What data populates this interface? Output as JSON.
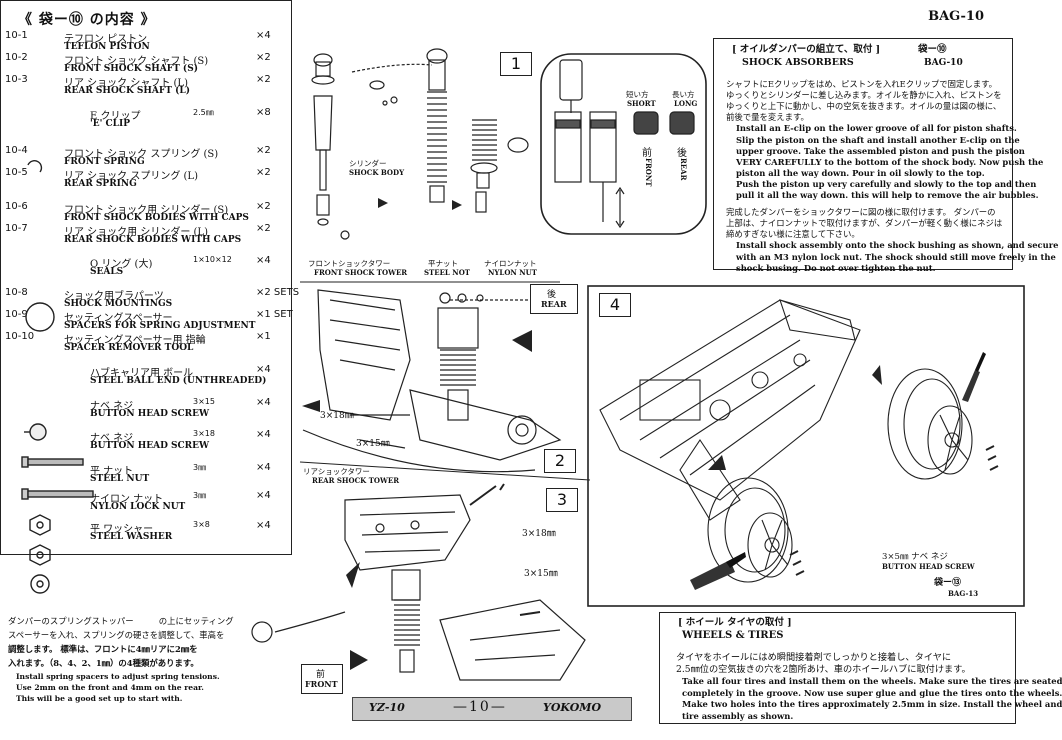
{
  "parts": {
    "title": "《 袋ー⑩ の内容 》",
    "bag": "BAG-10",
    "rows": [
      {
        "code": "10-1",
        "jp": "テフロン ピストン",
        "en": "TEFLON PISTON",
        "size": "",
        "qty": "×4"
      },
      {
        "code": "10-2",
        "jp": "フロント ショック シャフト (S)",
        "en": "FRONT SHOCK SHAFT (S)",
        "size": "",
        "qty": "×2"
      },
      {
        "code": "10-3",
        "jp": "リア ショック シャフト (L)",
        "en": "REAR SHOCK SHAFT (L)",
        "size": "",
        "qty": "×2"
      },
      {
        "code": "",
        "jp": "E クリップ",
        "en": "'E' CLIP",
        "size": "2.5㎜",
        "qty": "×8"
      },
      {
        "code": "10-4",
        "jp": "フロント ショック スプリング (S)",
        "en": "FRONT SPRING",
        "size": "",
        "qty": "×2"
      },
      {
        "code": "10-5",
        "jp": "リア ショック スプリング (L)",
        "en": "REAR SPRING",
        "size": "",
        "qty": "×2"
      },
      {
        "code": "10-6",
        "jp": "フロント ショック用 シリンダー (S)",
        "en": "FRONT SHOCK BODIES WITH CAPS",
        "size": "",
        "qty": "×2"
      },
      {
        "code": "10-7",
        "jp": "リア ショック用 シリンダー (L)",
        "en": "REAR SHOCK BODIES WITH CAPS",
        "size": "",
        "qty": "×2"
      },
      {
        "code": "",
        "jp": "O リング (大)",
        "en": "SEALS",
        "size": "1×10×12",
        "qty": "×4"
      },
      {
        "code": "10-8",
        "jp": "ショック用ブラパーツ",
        "en": "SHOCK MOUNTINGS",
        "size": "",
        "qty": "×2 SETS"
      },
      {
        "code": "10-9",
        "jp": "セッティングスペーサー",
        "en": "SPACERS FOR SPRING ADJUSTMENT",
        "size": "",
        "qty": "×1 SET"
      },
      {
        "code": "10-10",
        "jp": "セッティングスペーサー用 指輪",
        "en": "SPACER REMOVER TOOL",
        "size": "",
        "qty": "×1"
      },
      {
        "code": "",
        "jp": "ハブキャリア用 ボール",
        "en": "STEEL BALL END (UNTHREADED)",
        "size": "",
        "qty": "×4"
      },
      {
        "code": "",
        "jp": "ナベ ネジ",
        "en": "BUTTON HEAD SCREW",
        "size": "3×15",
        "qty": "×4"
      },
      {
        "code": "",
        "jp": "ナベ ネジ",
        "en": "BUTTON HEAD SCREW",
        "size": "3×18",
        "qty": "×4"
      },
      {
        "code": "",
        "jp": "平 ナット",
        "en": "STEEL NUT",
        "size": "3㎜",
        "qty": "×4"
      },
      {
        "code": "",
        "jp": "ナイロン ナット",
        "en": "NYLON LOCK NUT",
        "size": "3㎜",
        "qty": "×4"
      },
      {
        "code": "",
        "jp": "平 ワッシャー",
        "en": "STEEL WASHER",
        "size": "3×8",
        "qty": "×4"
      }
    ]
  },
  "spring_note": {
    "jp1": "ダンパーのスプリングストッパー　　　の上にセッティング",
    "jp2": "スペーサーを入れ、スプリングの硬さを調整して、車高を",
    "jp3": "調整します。 標準は、フロントに4㎜リアに2㎜を",
    "jp4": "入れます。（8、4、2、1㎜）の4種類があります。",
    "en1": "Install spring spacers to adjust spring tensions.",
    "en2": "Use 2mm on the front and 4mm on the rear.",
    "en3": "This will be a good set up to start with."
  },
  "step1": {
    "num": "1",
    "cylinder_jp": "シリンダー",
    "cylinder_en": "SHOCK BODY",
    "short_jp": "短い方",
    "short_en": "SHORT",
    "long_jp": "長い方",
    "long_en": "LONG",
    "front_jp": "前",
    "front_en": "FRONT",
    "rear_jp": "後",
    "rear_en": "REAR"
  },
  "step2": {
    "num": "2",
    "tower_jp": "フロントショックタワー",
    "tower_en": "FRONT SHOCK TOWER",
    "nut_jp": "平ナット",
    "nut_en": "STEEL NOT",
    "nylon_jp": "ナイロンナット",
    "nylon_en": "NYLON NUT",
    "screw1": "3×18㎜",
    "screw2": "3×15㎜",
    "rear_jp": "後",
    "rear_en": "REAR"
  },
  "step3": {
    "num": "3",
    "tower_jp": "リアショックタワー",
    "tower_en": "REAR SHOCK TOWER",
    "screw1": "3×18㎜",
    "screw2": "3×15㎜",
    "front_jp": "前",
    "front_en": "FRONT"
  },
  "step4": {
    "num": "4",
    "screw_label": "3×5㎜ ナベ ネジ",
    "screw_en": "BUTTON HEAD SCREW",
    "bag_jp": "袋ー⑬",
    "bag": "BAG-13"
  },
  "shock_box": {
    "title_jp": "[ オイルダンパーの組立て、取付 ]",
    "title_en": "SHOCK ABSORBERS",
    "bag_jp": "袋ー⑩",
    "bag": "BAG-10",
    "lines": [
      "シャフトにEクリップをはめ、ピストンを入れEクリップで固定します。",
      "ゆっくりとシリンダーに差し込みます。オイルを静かに入れ、ピストンを",
      "ゆっくりと上下に動かし、中の空気を抜きます。オイルの量は図の様に、",
      "前後で量を変えます。",
      "Install an E-clip on the lower groove of all for piston shafts.",
      "Slip the piston on the shaft and install another E-clip on the",
      "upper groove. Take the assembled piston and push the piston",
      "VERY CAREFULLY to the bottom of the shock body. Now push the",
      "piston all the way down. Pour in oil slowly to the top.",
      "Push the piston up very carefully and slowly to the top and then",
      "pull it all the way down. this will help to remove the air bubbles.",
      "完成したダンパーをショックタワーに図の様に取付けます。 ダンパーの",
      "上部は、ナイロンナットで取付けますが、ダンパーが軽く動く様にネジは",
      "締めすぎない様に注意して下さい。",
      "Install shock assembly onto the shock bushing as shown, and secure",
      "with an M3 nylon lock nut. The shock should still move freely in the",
      "shock busing. Do not over tighten the nut."
    ]
  },
  "tire_box": {
    "title_jp": "[ ホイール タイヤの取付 ]",
    "title_en": "WHEELS & TIRES",
    "lines": [
      "タイヤをホイールにはめ瞬間接着剤でしっかりと接着し、タイヤに",
      "2.5㎜位の空気抜きの穴を2箇所あけ、車のホイールハブに取付けます。",
      "Take all four tires and install them on the wheels. Make sure the tires are seated",
      "completely in the groove. Now use super glue and glue the tires onto the wheels.",
      "Make two holes into the tires approximately 2.5mm in size. Install the wheel and",
      "tire assembly as shown."
    ]
  },
  "footer": {
    "model": "YZ-10",
    "page": "—10—",
    "brand": "YOKOMO"
  }
}
